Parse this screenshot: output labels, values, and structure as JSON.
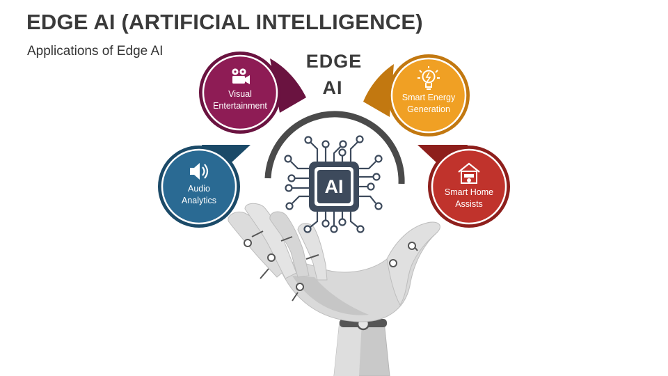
{
  "slide": {
    "title": "EDGE AI (ARTIFICIAL INTELLIGENCE)",
    "subtitle": "Applications of Edge AI"
  },
  "center": {
    "title_line1": "EDGE",
    "title_line2": "AI",
    "chip_label": "AI"
  },
  "applications": [
    {
      "label": "Visual\nEntertainment",
      "icon": "video-camera-icon",
      "color": "#8e1c55",
      "shadow": "#6a1340"
    },
    {
      "label": "Smart Energy\nGeneration",
      "icon": "lightbulb-energy-icon",
      "color": "#f0a024",
      "shadow": "#c27810"
    },
    {
      "label": "Audio\nAnalytics",
      "icon": "speaker-icon",
      "color": "#2a6a93",
      "shadow": "#1b4a68"
    },
    {
      "label": "Smart Home\nAssists",
      "icon": "house-camera-icon",
      "color": "#c0332c",
      "shadow": "#8e1f1c"
    }
  ],
  "colors": {
    "dark_gray": "#3a3a3a",
    "arc": "#4a4a4a",
    "hand_light": "#dcdcdc",
    "hand_mid": "#c4c4c4",
    "hand_dark": "#a9a9a9",
    "chip": "#3d4a5c",
    "trace": "#3d4a5c"
  }
}
